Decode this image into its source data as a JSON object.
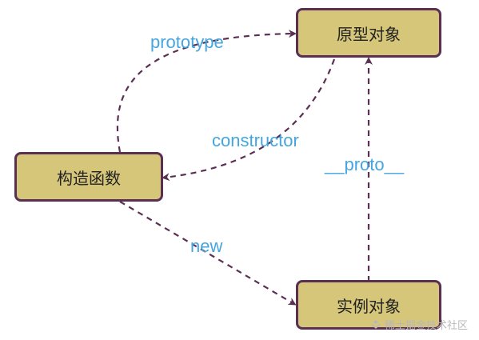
{
  "nodes": {
    "prototype_object": "原型对象",
    "constructor_fn": "构造函数",
    "instance_object": "实例对象"
  },
  "edges": {
    "prototype": "prototype",
    "constructor": "constructor",
    "proto": "__proto__",
    "new": "new"
  },
  "watermark": "稀土掘金技术社区",
  "colors": {
    "node_fill": "#d6c67a",
    "node_border": "#5b2f54",
    "edge": "#5b2f54",
    "label": "#45a6df"
  }
}
